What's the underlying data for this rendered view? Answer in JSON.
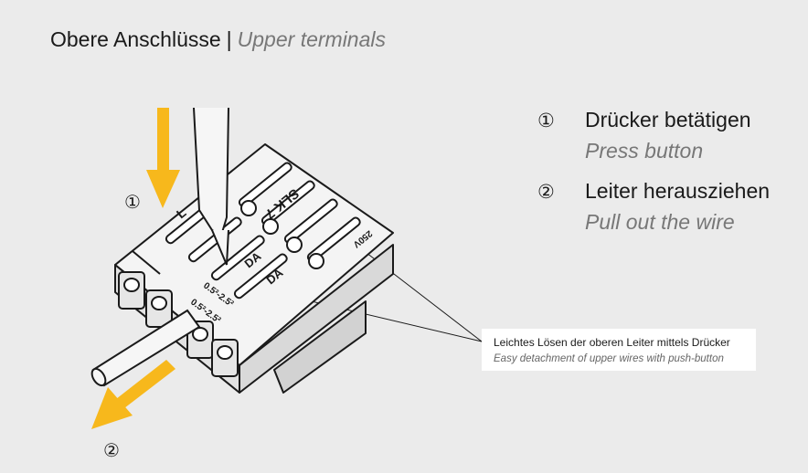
{
  "title": {
    "de": "Obere Anschlüsse",
    "separator": "|",
    "en": "Upper terminals"
  },
  "steps": [
    {
      "number": "①",
      "de": "Drücker betätigen",
      "en": "Press button"
    },
    {
      "number": "②",
      "de": "Leiter herausziehen",
      "en": "Pull out the wire"
    }
  ],
  "markers": {
    "press": "①",
    "pull": "②"
  },
  "callout": {
    "de": "Leichtes Lösen der oberen Leiter mittels Drücker",
    "en": "Easy detachment of upper wires with push-button"
  },
  "terminal_markings": {
    "model": "SLK 7",
    "letter_l": "L",
    "da_1": "DA",
    "da_2": "DA",
    "wire_range_1": "0.5²-2.5²",
    "wire_range_2": "0.5²-2.5²",
    "rating": "250V"
  },
  "colors": {
    "arrow": "#f7b81c",
    "background": "#ebebeb",
    "line": "#1a1a1a",
    "body": "#f4f4f4"
  }
}
